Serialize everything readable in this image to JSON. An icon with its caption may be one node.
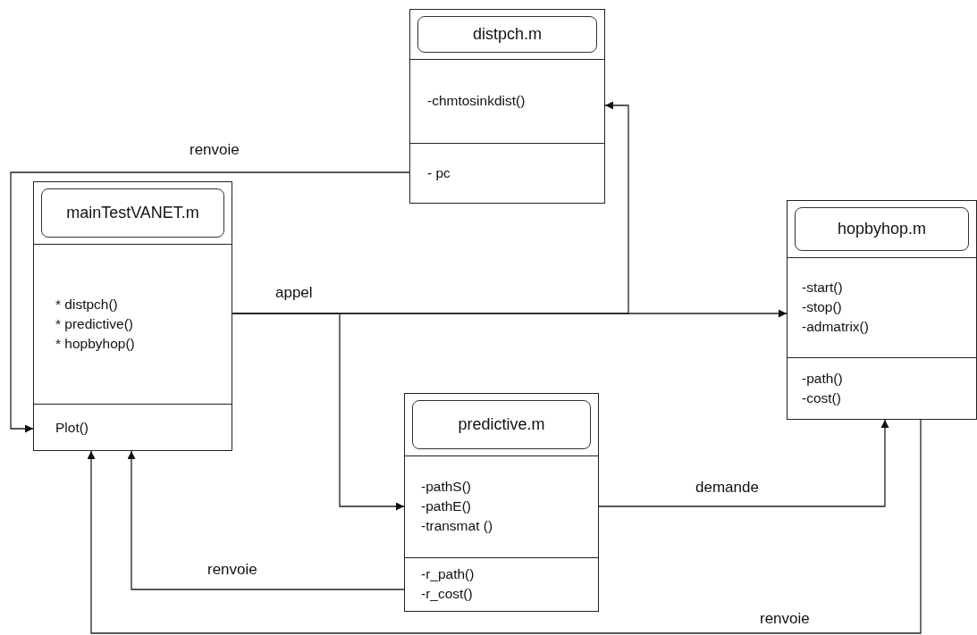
{
  "diagram": {
    "nodes": [
      {
        "text": [
          "distpch.m",
          "-chmtosinkdist()",
          "- pc"
        ]
      },
      {
        "text": [
          "mainTestVANET.m",
          "* distpch()",
          "* predictive()",
          "* hopbyhop()",
          "Plot()"
        ]
      },
      {
        "text": [
          "hopbyhop.m",
          "-start()",
          "-stop()",
          "-admatrix()",
          "-path()",
          "-cost()"
        ]
      },
      {
        "text": [
          "predictive.m",
          "-pathS()",
          "-pathE()",
          "-transmat ()",
          "-r_path()",
          "-r_cost()"
        ]
      }
    ],
    "edges": [
      {
        "from": 1,
        "to": 2,
        "arrow": "to",
        "label": "appel"
      },
      {
        "from": 1,
        "to": 3,
        "arrow": "to"
      },
      {
        "from": 1,
        "to": 0,
        "arrow": "to"
      },
      {
        "from": 0,
        "to": 1,
        "arrow": "to",
        "label": "renvoie"
      },
      {
        "from": 3,
        "to": 1,
        "arrow": "to",
        "label": "renvoie"
      },
      {
        "from": 3,
        "to": 2,
        "arrow": "to",
        "label": "demande"
      },
      {
        "from": 2,
        "to": 1,
        "arrow": "to",
        "label": "renvoie"
      }
    ]
  }
}
